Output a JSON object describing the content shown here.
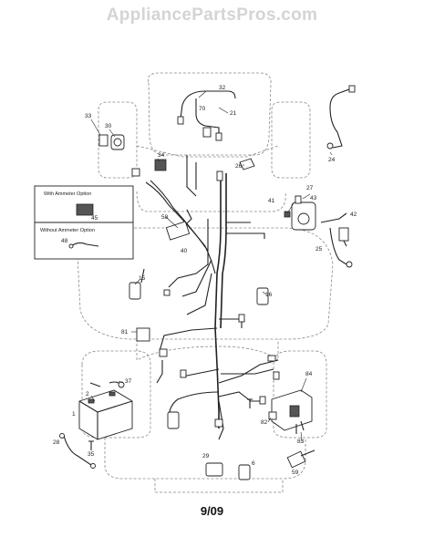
{
  "watermark": "AppliancePartsPros.com",
  "date_code": "9/09",
  "option_box": {
    "with_ammeter": "With Ammeter Option",
    "with_ammeter_part": "45",
    "without_ammeter": "Without Ammeter Option",
    "without_ammeter_part": "48"
  },
  "callouts": [
    "32",
    "70",
    "21",
    "24",
    "33",
    "30",
    "34",
    "26",
    "27",
    "41",
    "43",
    "42",
    "58",
    "40",
    "25",
    "15",
    "16",
    "81",
    "37",
    "2",
    "84",
    "82",
    "83",
    "1",
    "28",
    "35",
    "29",
    "6",
    "59"
  ]
}
